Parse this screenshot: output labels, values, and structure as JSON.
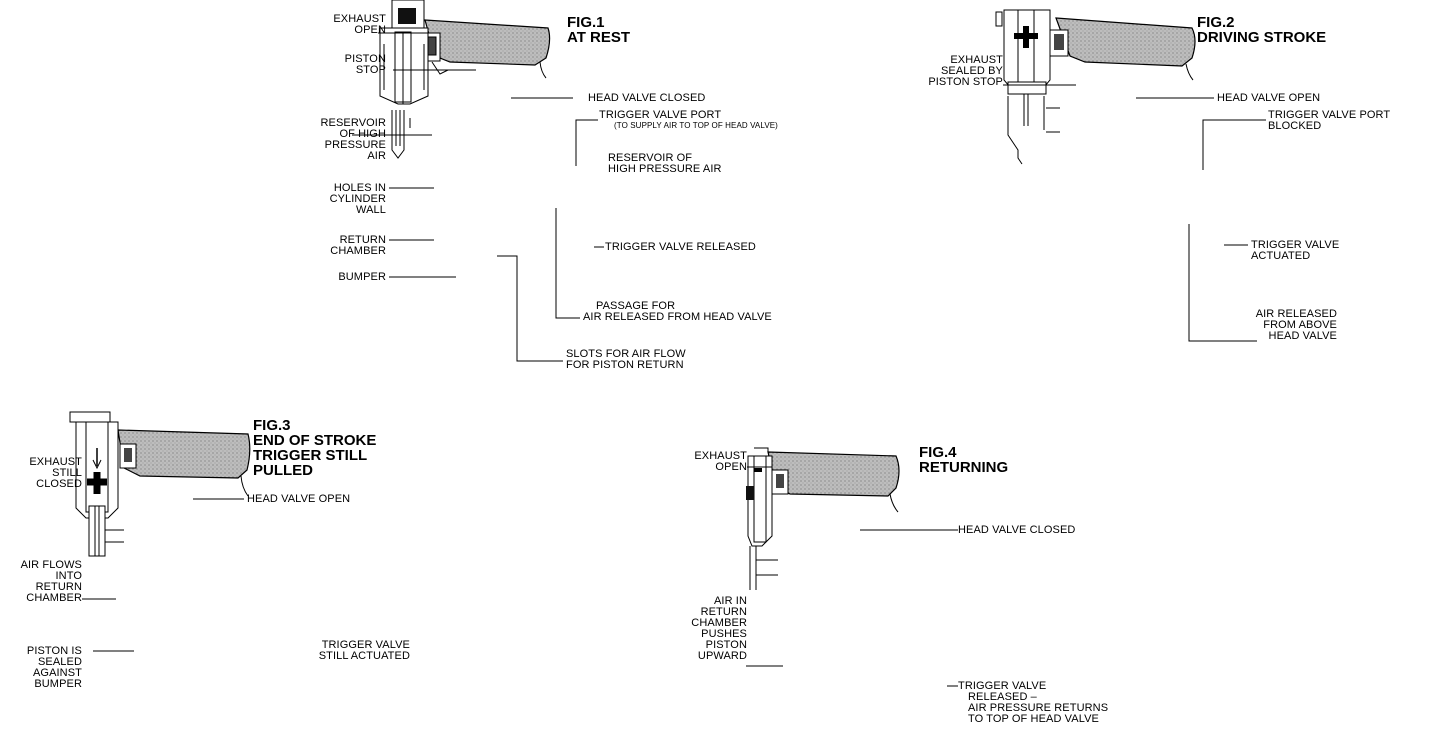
{
  "fig1": {
    "title_num": "FIG.1",
    "title": "AT REST",
    "labels": {
      "exhaust_open": [
        "EXHAUST",
        "OPEN"
      ],
      "piston_stop": [
        "PISTON",
        "STOP"
      ],
      "head_valve_closed": "HEAD VALVE CLOSED",
      "trigger_valve_port": "TRIGGER VALVE PORT",
      "trigger_valve_port_note": "(TO SUPPLY AIR TO TOP OF HEAD VALVE)",
      "reservoir_left": [
        "RESERVOIR",
        "OF HIGH",
        "PRESSURE",
        "AIR"
      ],
      "reservoir_right": [
        "RESERVOIR OF",
        "HIGH PRESSURE AIR"
      ],
      "holes": [
        "HOLES IN",
        "CYLINDER",
        "WALL"
      ],
      "return_chamber": [
        "RETURN",
        "CHAMBER"
      ],
      "trigger_released": "TRIGGER VALVE RELEASED",
      "bumper": "BUMPER",
      "passage": [
        "PASSAGE FOR",
        "AIR RELEASED FROM HEAD VALVE"
      ],
      "slots": [
        "SLOTS FOR AIR FLOW",
        "FOR PISTON RETURN"
      ]
    }
  },
  "fig2": {
    "title_num": "FIG.2",
    "title": "DRIVING STROKE",
    "labels": {
      "exhaust_sealed": [
        "EXHAUST",
        "SEALED BY",
        "PISTON STOP"
      ],
      "head_valve_open": "HEAD VALVE OPEN",
      "trigger_port_blocked": [
        "TRIGGER VALVE PORT",
        "BLOCKED"
      ],
      "trigger_actuated": [
        "TRIGGER VALVE",
        "ACTUATED"
      ],
      "air_released": [
        "AIR RELEASED",
        "FROM ABOVE",
        "HEAD VALVE"
      ]
    }
  },
  "fig3": {
    "title_lines": [
      "FIG.3",
      "END OF STROKE",
      "TRIGGER STILL",
      "PULLED"
    ],
    "labels": {
      "exhaust_closed": [
        "EXHAUST",
        "STILL",
        "CLOSED"
      ],
      "head_valve_open": "HEAD VALVE OPEN",
      "air_flows": [
        "AIR FLOWS",
        "INTO",
        "RETURN",
        "CHAMBER"
      ],
      "piston_sealed": [
        "PISTON IS",
        "SEALED",
        "AGAINST",
        "BUMPER"
      ],
      "trigger_still": [
        "TRIGGER VALVE",
        "STILL ACTUATED"
      ]
    }
  },
  "fig4": {
    "title_num": "FIG.4",
    "title": "RETURNING",
    "labels": {
      "exhaust_open": [
        "EXHAUST",
        "OPEN"
      ],
      "head_valve_closed": "HEAD VALVE CLOSED",
      "air_in_return": [
        "AIR IN",
        "RETURN",
        "CHAMBER",
        "PUSHES",
        "PISTON",
        "UPWARD"
      ],
      "trigger_released": [
        "TRIGGER VALVE",
        "RELEASED –",
        "AIR PRESSURE RETURNS",
        "TO TOP OF HEAD VALVE"
      ]
    }
  }
}
